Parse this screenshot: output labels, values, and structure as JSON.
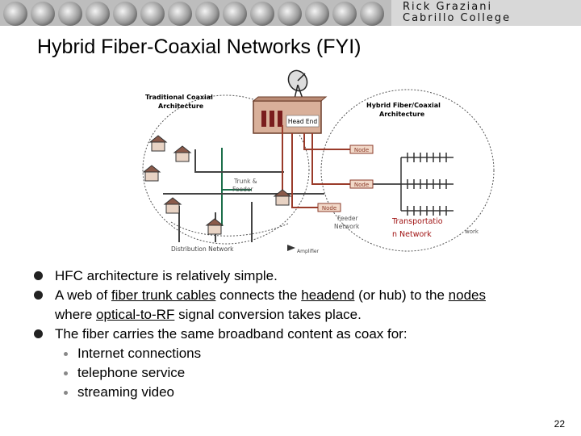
{
  "header": {
    "credit_line1": "Rick Graziani",
    "credit_line2": "Cabrillo College"
  },
  "slide": {
    "title": "Hybrid Fiber-Coaxial Networks (FYI)",
    "page_number": "22"
  },
  "diagram": {
    "traditional_label_1": "Traditional Coaxial",
    "traditional_label_2": "Architecture",
    "hybrid_label_1": "Hybrid Fiber/Coaxial",
    "hybrid_label_2": "Architecture",
    "head_end": "Head End",
    "node_1": "Node",
    "node_2": "Node",
    "node_3": "Node",
    "trunk_1": "Trunk &",
    "trunk_2": "Feeder",
    "feeder_net_1": "Feeder",
    "feeder_net_2": "Network",
    "transport_1": "Transportatio",
    "transport_2": "n Network",
    "work_fragment": "work",
    "distribution": "Distribution Network",
    "amplifier": "Amplifier"
  },
  "bullets": [
    {
      "text": "HFC architecture is relatively simple."
    },
    {
      "t1": "A web of ",
      "u1": "fiber trunk cables",
      "t2": " connects the ",
      "u2": "headend",
      "t3": " (or hub) to the ",
      "u3": "nodes",
      "t4": "where ",
      "u4": "optical-to-RF",
      "t5": " signal conversion takes place."
    },
    {
      "text": "The fiber carries the same broadband content as coax for:"
    }
  ],
  "sub_bullets": [
    "Internet connections",
    "telephone service",
    "streaming video"
  ]
}
